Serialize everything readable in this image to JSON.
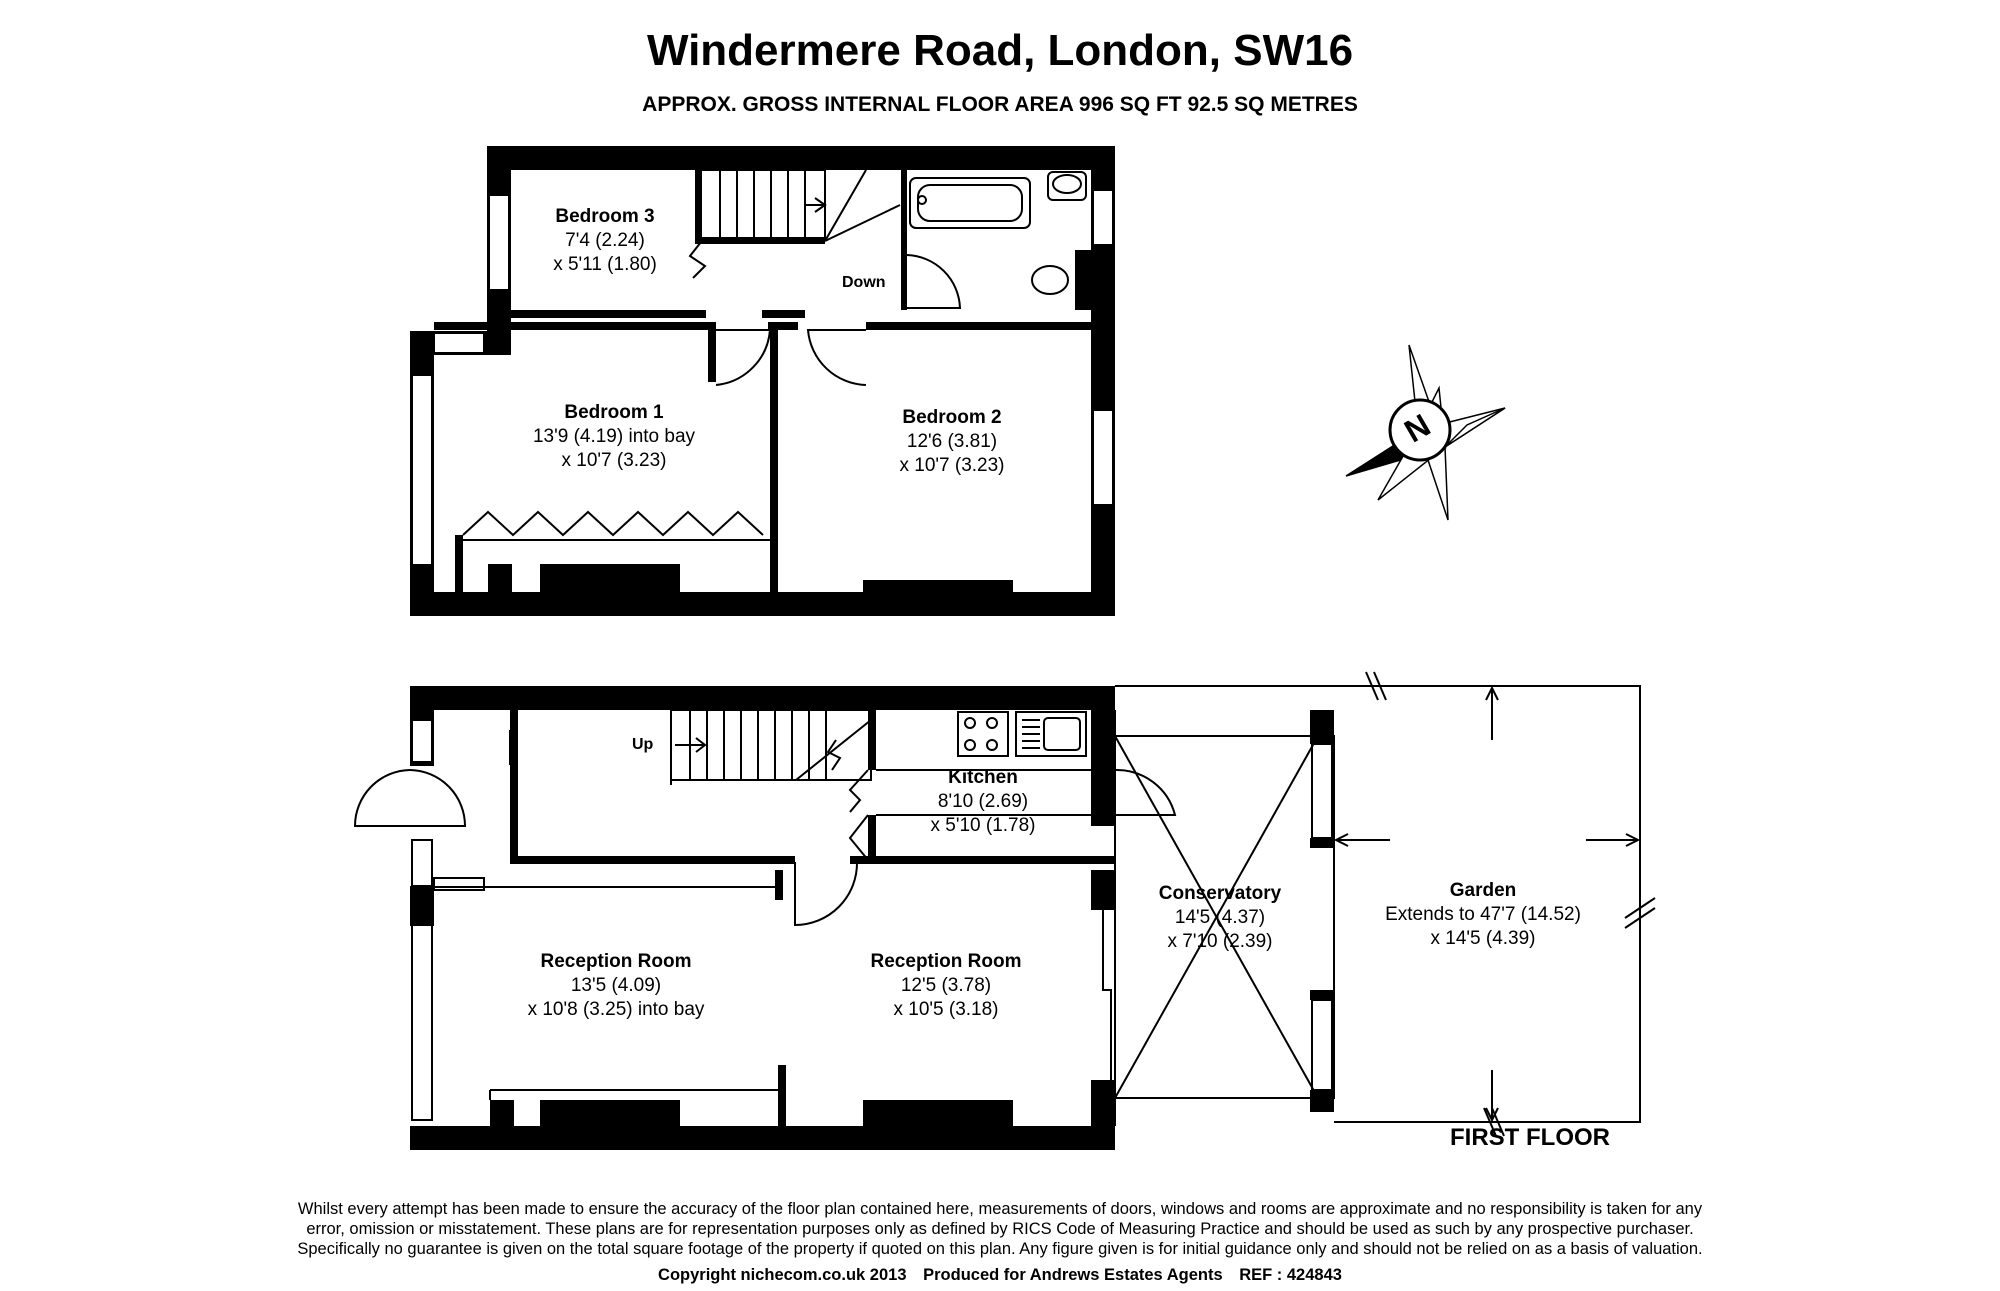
{
  "header": {
    "title": "Windermere Road, London, SW16",
    "subtitle": "APPROX. GROSS INTERNAL FLOOR AREA 996 SQ FT 92.5 SQ METRES"
  },
  "upper_floor": {
    "rooms": [
      {
        "name": "Bedroom 3",
        "dims": [
          "7'4 (2.24)",
          "x 5'11 (1.80)"
        ]
      },
      {
        "name": "Bedroom 1",
        "dims": [
          "13'9 (4.19) into bay",
          "x 10'7 (3.23)"
        ]
      },
      {
        "name": "Bedroom 2",
        "dims": [
          "12'6 (3.81)",
          "x 10'7 (3.23)"
        ]
      }
    ],
    "stairs_label": "Down"
  },
  "ground_floor": {
    "rooms": [
      {
        "name": "Kitchen",
        "dims": [
          "8'10 (2.69)",
          "x 5'10 (1.78)"
        ]
      },
      {
        "name": "Conservatory",
        "dims": [
          "14'5 (4.37)",
          "x 7'10 (2.39)"
        ]
      },
      {
        "name": "Garden",
        "dims": [
          "Extends to 47'7 (14.52)",
          "x 14'5 (4.39)"
        ]
      },
      {
        "name": "Reception Room",
        "dims": [
          "13'5 (4.09)",
          "x 10'8 (3.25) into bay"
        ]
      },
      {
        "name": "Reception Room",
        "dims": [
          "12'5 (3.78)",
          "x 10'5 (3.18)"
        ]
      }
    ],
    "stairs_label": "Up",
    "floor_label": "FIRST FLOOR"
  },
  "compass": {
    "label": "N",
    "icon": "compass-rose-icon"
  },
  "footer": {
    "disclaimer_lines": [
      "Whilst every attempt has been made to ensure the accuracy of the floor plan contained here, measurements of doors, windows and rooms are approximate and no responsibility is taken for any",
      "error, omission or misstatement. These plans are for representation purposes only as defined by RICS Code of Measuring Practice and should be used as such by any prospective purchaser.",
      "Specifically no guarantee is given on the total square footage of the property if quoted on this plan. Any figure given is for initial guidance only and should not be relied on as a basis of valuation."
    ],
    "copyright": "Copyright nichecom.co.uk 2013",
    "produced_for": "Produced for Andrews Estates Agents",
    "ref": "REF : 424843"
  },
  "colors": {
    "wall": "#000000",
    "background": "#ffffff",
    "compass_fill": "#000000"
  }
}
